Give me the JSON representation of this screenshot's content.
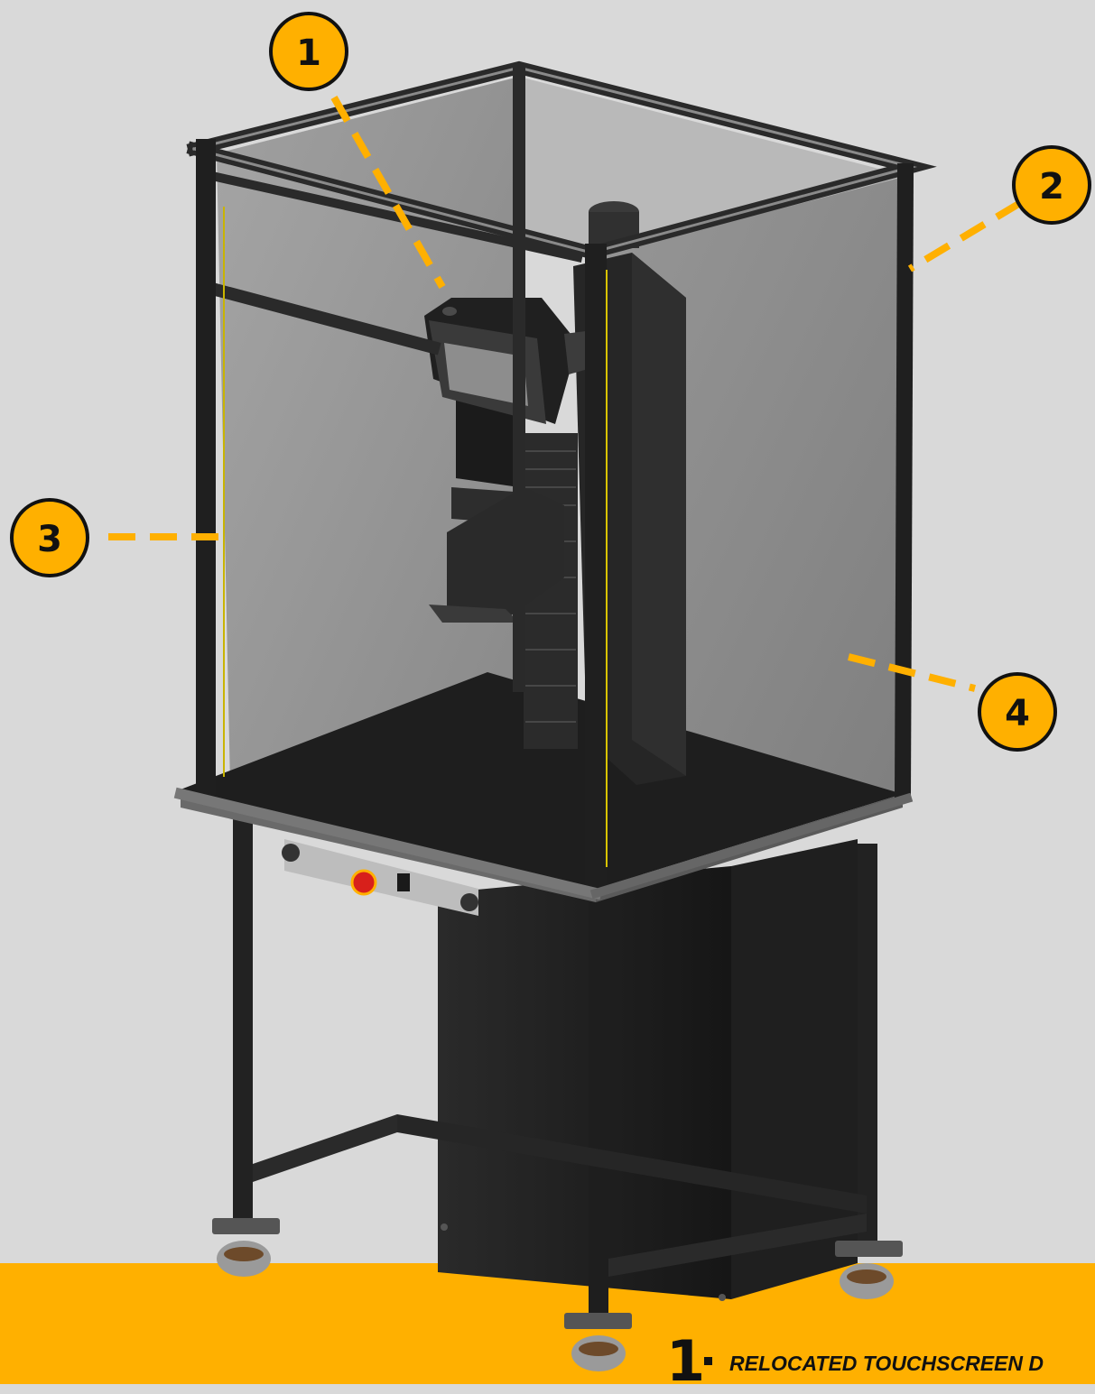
{
  "colors": {
    "background": "#d9d9d9",
    "accent": "#ffb000",
    "frame": "#1c1c1c",
    "panel_glass": "#8a8a8a"
  },
  "callouts": [
    {
      "number": "1"
    },
    {
      "number": "2"
    },
    {
      "number": "3"
    },
    {
      "number": "4"
    }
  ],
  "footer": {
    "item_number": "1",
    "item_label": "RELOCATED TOUCHSCREEN D"
  },
  "icons": [
    "red-estop-button",
    "caster-wheel"
  ]
}
